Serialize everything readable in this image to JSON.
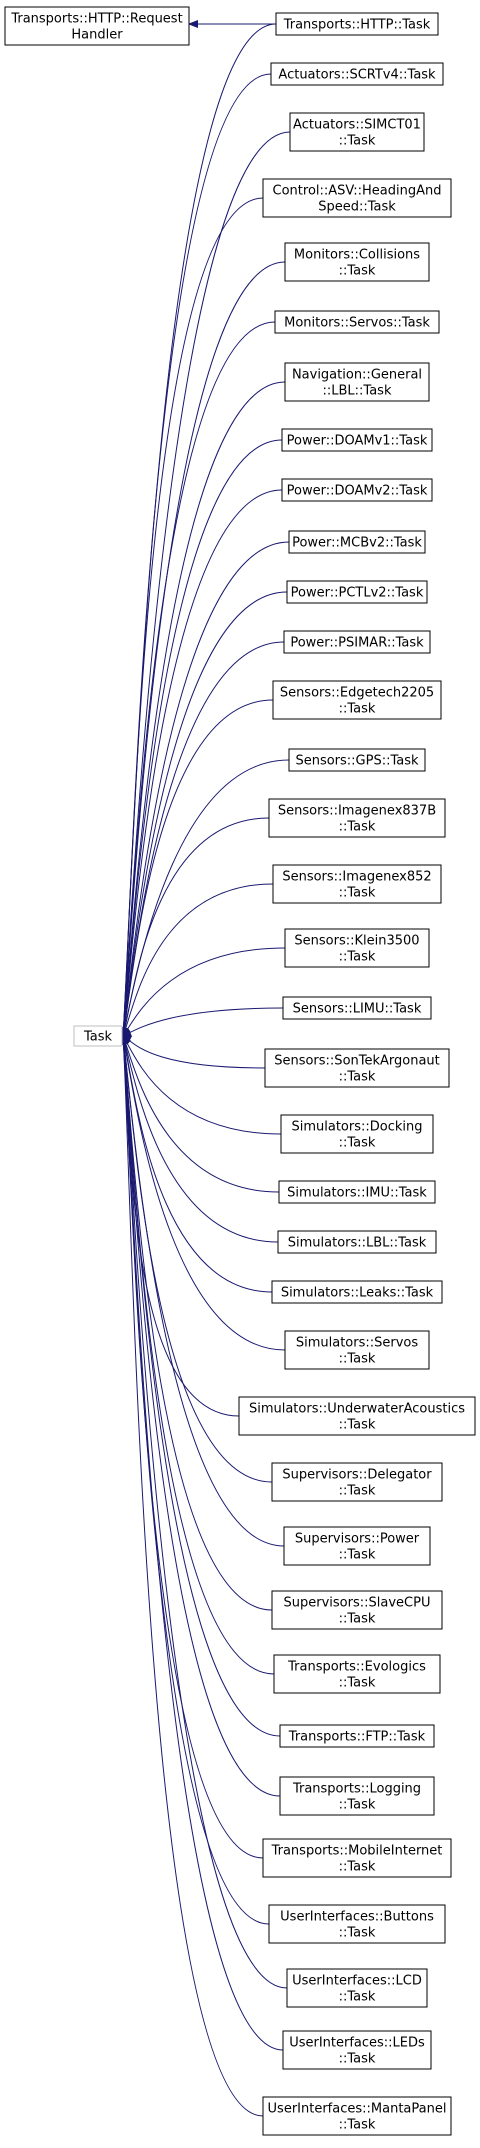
{
  "root": {
    "id": "task",
    "lines": [
      "Task"
    ]
  },
  "parent_relation": {
    "base": {
      "id": "request-handler",
      "lines": [
        "Transports::HTTP::Request",
        "Handler"
      ]
    },
    "derived": {
      "id": "transports-http-task",
      "lines": [
        "Transports::HTTP::Task"
      ]
    }
  },
  "derived_classes": [
    {
      "id": "transports-http-task",
      "lines": [
        "Transports::HTTP::Task"
      ]
    },
    {
      "id": "actuators-scrtv4-task",
      "lines": [
        "Actuators::SCRTv4::Task"
      ]
    },
    {
      "id": "actuators-simct01-task",
      "lines": [
        "Actuators::SIMCT01",
        "::Task"
      ]
    },
    {
      "id": "control-asv-headingandspeed-task",
      "lines": [
        "Control::ASV::HeadingAnd",
        "Speed::Task"
      ]
    },
    {
      "id": "monitors-collisions-task",
      "lines": [
        "Monitors::Collisions",
        "::Task"
      ]
    },
    {
      "id": "monitors-servos-task",
      "lines": [
        "Monitors::Servos::Task"
      ]
    },
    {
      "id": "navigation-general-lbl-task",
      "lines": [
        "Navigation::General",
        "::LBL::Task"
      ]
    },
    {
      "id": "power-doamv1-task",
      "lines": [
        "Power::DOAMv1::Task"
      ]
    },
    {
      "id": "power-doamv2-task",
      "lines": [
        "Power::DOAMv2::Task"
      ]
    },
    {
      "id": "power-mcbv2-task",
      "lines": [
        "Power::MCBv2::Task"
      ]
    },
    {
      "id": "power-pctlv2-task",
      "lines": [
        "Power::PCTLv2::Task"
      ]
    },
    {
      "id": "power-psimar-task",
      "lines": [
        "Power::PSIMAR::Task"
      ]
    },
    {
      "id": "sensors-edgetech2205-task",
      "lines": [
        "Sensors::Edgetech2205",
        "::Task"
      ]
    },
    {
      "id": "sensors-gps-task",
      "lines": [
        "Sensors::GPS::Task"
      ]
    },
    {
      "id": "sensors-imagenex837b-task",
      "lines": [
        "Sensors::Imagenex837B",
        "::Task"
      ]
    },
    {
      "id": "sensors-imagenex852-task",
      "lines": [
        "Sensors::Imagenex852",
        "::Task"
      ]
    },
    {
      "id": "sensors-klein3500-task",
      "lines": [
        "Sensors::Klein3500",
        "::Task"
      ]
    },
    {
      "id": "sensors-limu-task",
      "lines": [
        "Sensors::LIMU::Task"
      ]
    },
    {
      "id": "sensors-sontekargonaut-task",
      "lines": [
        "Sensors::SonTekArgonaut",
        "::Task"
      ]
    },
    {
      "id": "simulators-docking-task",
      "lines": [
        "Simulators::Docking",
        "::Task"
      ]
    },
    {
      "id": "simulators-imu-task",
      "lines": [
        "Simulators::IMU::Task"
      ]
    },
    {
      "id": "simulators-lbl-task",
      "lines": [
        "Simulators::LBL::Task"
      ]
    },
    {
      "id": "simulators-leaks-task",
      "lines": [
        "Simulators::Leaks::Task"
      ]
    },
    {
      "id": "simulators-servos-task",
      "lines": [
        "Simulators::Servos",
        "::Task"
      ]
    },
    {
      "id": "simulators-underwateracoustics-task",
      "lines": [
        "Simulators::UnderwaterAcoustics",
        "::Task"
      ]
    },
    {
      "id": "supervisors-delegator-task",
      "lines": [
        "Supervisors::Delegator",
        "::Task"
      ]
    },
    {
      "id": "supervisors-power-task",
      "lines": [
        "Supervisors::Power",
        "::Task"
      ]
    },
    {
      "id": "supervisors-slavecpu-task",
      "lines": [
        "Supervisors::SlaveCPU",
        "::Task"
      ]
    },
    {
      "id": "transports-evologics-task",
      "lines": [
        "Transports::Evologics",
        "::Task"
      ]
    },
    {
      "id": "transports-ftp-task",
      "lines": [
        "Transports::FTP::Task"
      ]
    },
    {
      "id": "transports-logging-task",
      "lines": [
        "Transports::Logging",
        "::Task"
      ]
    },
    {
      "id": "transports-mobileinternet-task",
      "lines": [
        "Transports::MobileInternet",
        "::Task"
      ]
    },
    {
      "id": "userinterfaces-buttons-task",
      "lines": [
        "UserInterfaces::Buttons",
        "::Task"
      ]
    },
    {
      "id": "userinterfaces-lcd-task",
      "lines": [
        "UserInterfaces::LCD",
        "::Task"
      ]
    },
    {
      "id": "userinterfaces-leds-task",
      "lines": [
        "UserInterfaces::LEDs",
        "::Task"
      ]
    },
    {
      "id": "userinterfaces-mantapanel-task",
      "lines": [
        "UserInterfaces::MantaPanel",
        "::Task"
      ]
    }
  ],
  "colors": {
    "edge": "#191970",
    "node_border": "#000000",
    "root_border": "#bfbfbf",
    "background": "#ffffff"
  }
}
